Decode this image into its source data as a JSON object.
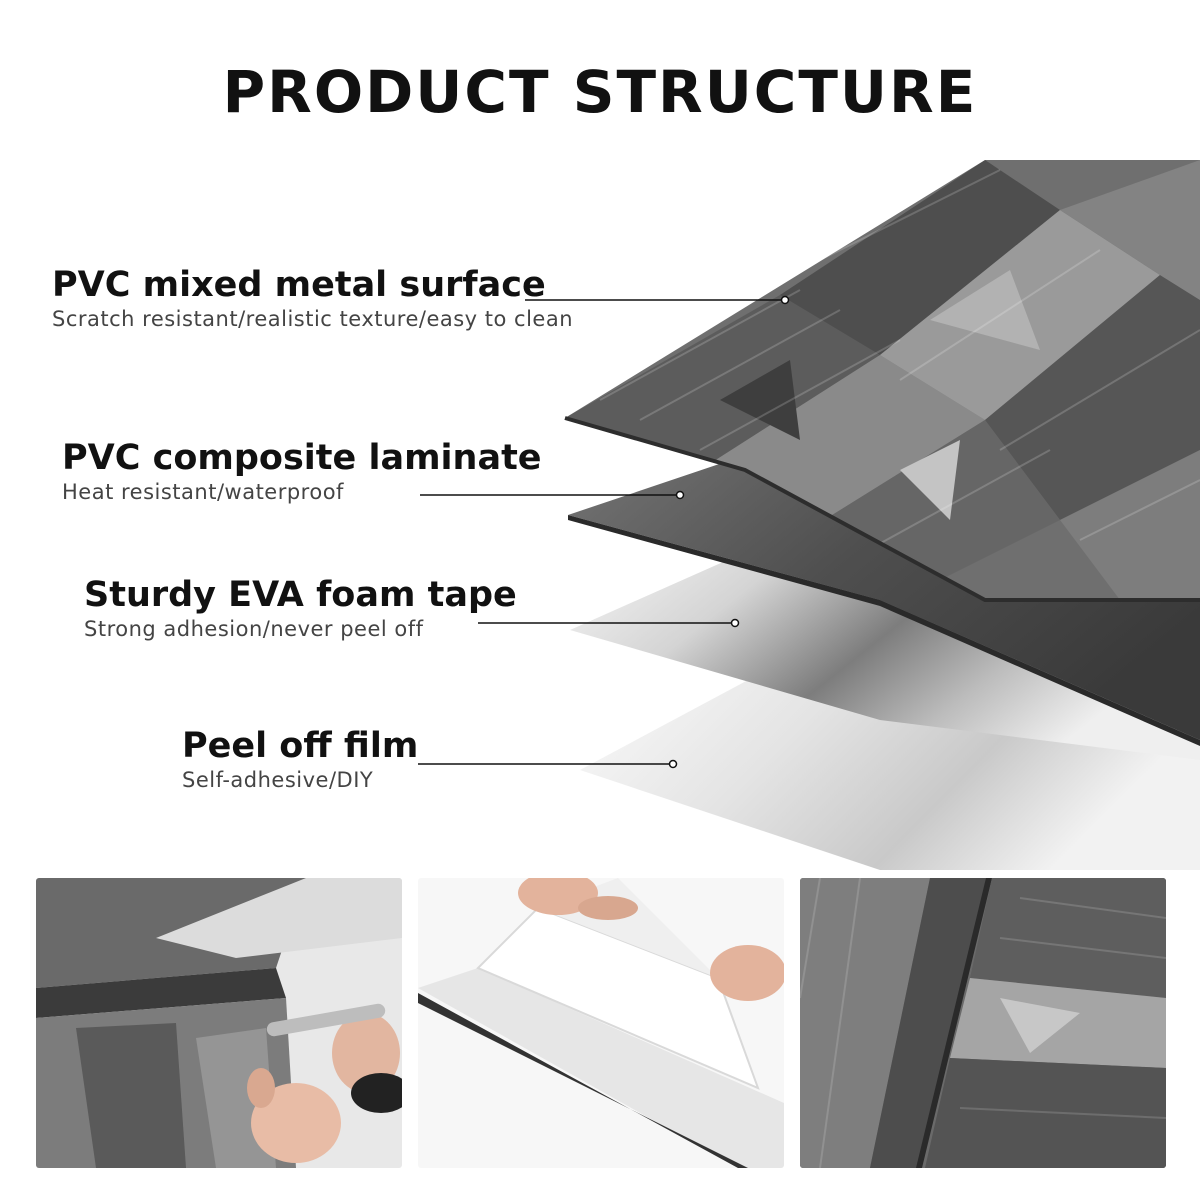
{
  "title": "PRODUCT STRUCTURE",
  "layers": [
    {
      "name": "PVC mixed metal surface",
      "desc": "Scratch resistant/realistic texture/easy to clean"
    },
    {
      "name": "PVC composite laminate",
      "desc": "Heat resistant/waterproof"
    },
    {
      "name": "Sturdy EVA foam tape",
      "desc": "Strong adhesion/never peel off"
    },
    {
      "name": "Peel off film",
      "desc": "Self-adhesive/DIY"
    }
  ],
  "colors": {
    "text": "#111111",
    "subtext": "#444444",
    "wood_dark": "#4a4a4a",
    "wood_mid": "#7a7a7a",
    "wood_light": "#a8a8a8",
    "laminate": "#555555"
  },
  "photos": [
    {
      "icon": "scissors-cutting-tile-photo"
    },
    {
      "icon": "peeling-backing-photo"
    },
    {
      "icon": "installed-floor-closeup-photo"
    }
  ]
}
